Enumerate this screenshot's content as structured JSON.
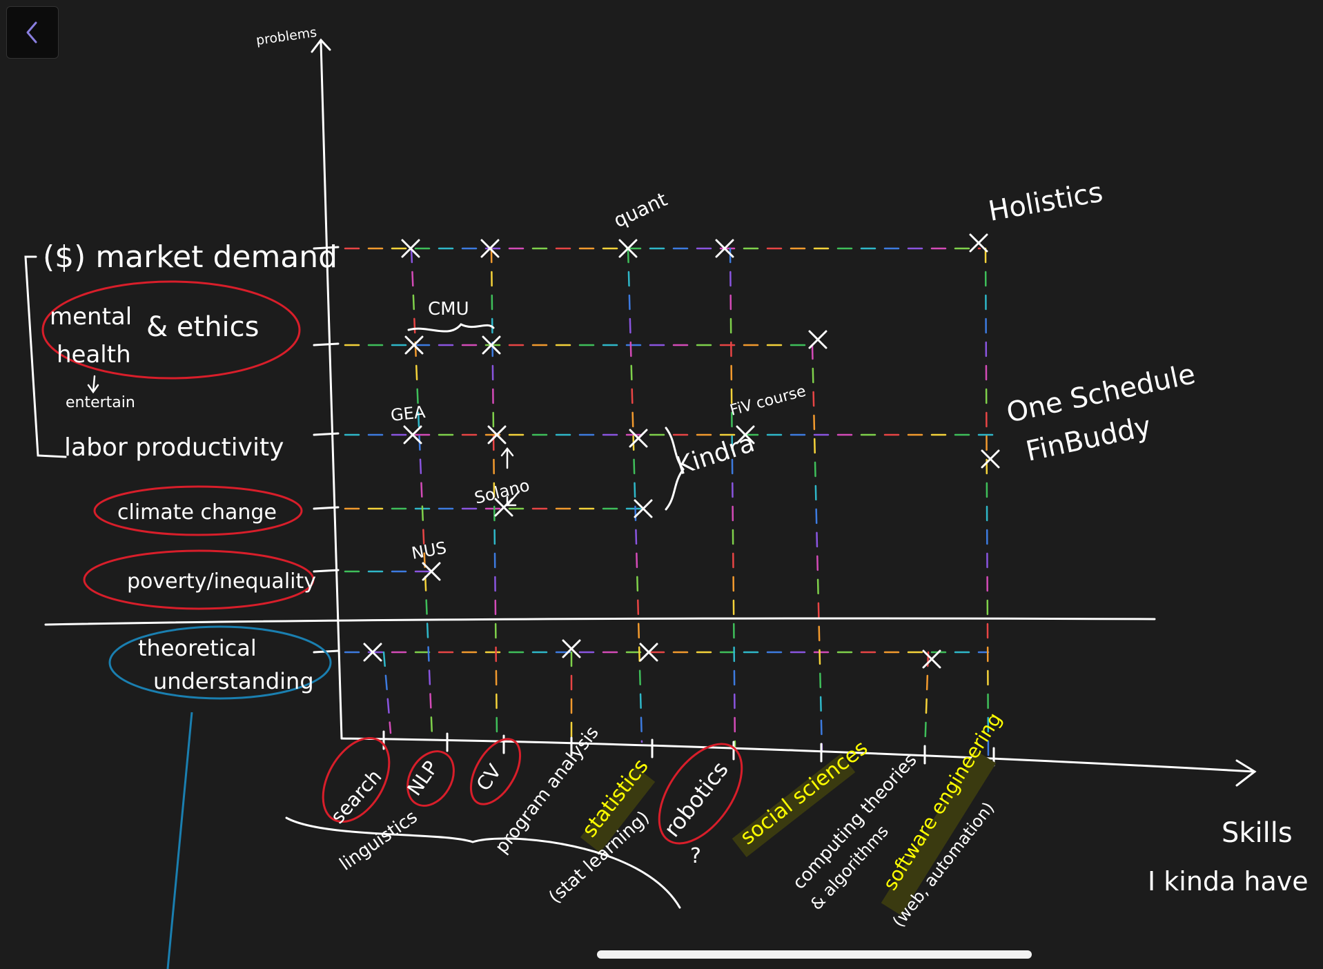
{
  "nav": {
    "back_icon": "chevron-left-icon"
  },
  "axes": {
    "y_label": "problems",
    "x_label_line1": "Skills",
    "x_label_line2": "I kinda have"
  },
  "problems": [
    {
      "key": "market",
      "label": "($) market demand"
    },
    {
      "key": "mental",
      "label_line1": "mental",
      "label_line2": "health",
      "label_extra": "& ethics",
      "sub_note": "entertain"
    },
    {
      "key": "labor",
      "label": "labor productivity"
    },
    {
      "key": "climate",
      "label": "climate change"
    },
    {
      "key": "poverty",
      "label": "poverty/inequality"
    },
    {
      "key": "theory",
      "label_line1": "theoretical",
      "label_line2": "understanding"
    }
  ],
  "skills": [
    {
      "key": "search",
      "label": "search"
    },
    {
      "key": "linguistics",
      "label": "linguistics"
    },
    {
      "key": "nlp",
      "label": "NLP"
    },
    {
      "key": "cv",
      "label": "CV"
    },
    {
      "key": "program",
      "label": "program analysis"
    },
    {
      "key": "statistics",
      "label": "statistics",
      "sub": "(stat learning)"
    },
    {
      "key": "robotics",
      "label": "robotics",
      "sub": "?"
    },
    {
      "key": "social",
      "label": "social sciences"
    },
    {
      "key": "computing",
      "label": "computing theories",
      "sub": "& algorithms"
    },
    {
      "key": "software",
      "label": "software engineering",
      "sub": "(web, automation)"
    }
  ],
  "annotations": {
    "cmu": "CMU",
    "gea": "GEA",
    "solano": "Solano",
    "nus": "NUS",
    "quant": "quant",
    "holistics": "Holistics",
    "fiv_course": "FiV course",
    "kindra": "Kindra",
    "one_schedule": "One Schedule",
    "finbuddy": "FinBuddy"
  },
  "colors": {
    "background": "#1c1c1c",
    "ink": "#ffffff",
    "circle_red": "#d81e2a",
    "circle_blue": "#1a7fb0",
    "highlight_yellow": "#ffff00",
    "highlight_bg": "#3a3a10"
  }
}
